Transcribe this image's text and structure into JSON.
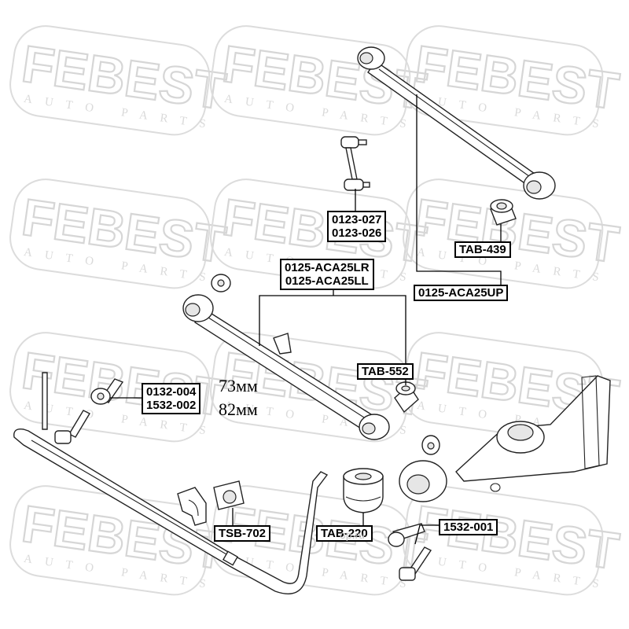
{
  "watermark": {
    "brand": "FEBEST",
    "tagline": "AUTO PARTS",
    "footer": "op.ru"
  },
  "labels": {
    "link_front": "0123-027",
    "link_rear": "0123-026",
    "arm_right": "0125-ACA25LR",
    "arm_left": "0125-ACA25LL",
    "upper_arm": "0125-ACA25UP",
    "bushing_tab439": "TAB-439",
    "bushing_tab552": "TAB-552",
    "bolt_0132": "0132-004",
    "bolt_1532_002": "1532-002",
    "stab_bushing": "TSB-702",
    "bushing_tab220": "TAB-220",
    "bolt_1532_001": "1532-001"
  },
  "notes": {
    "size_73": "73мм",
    "size_82": "82мм"
  }
}
